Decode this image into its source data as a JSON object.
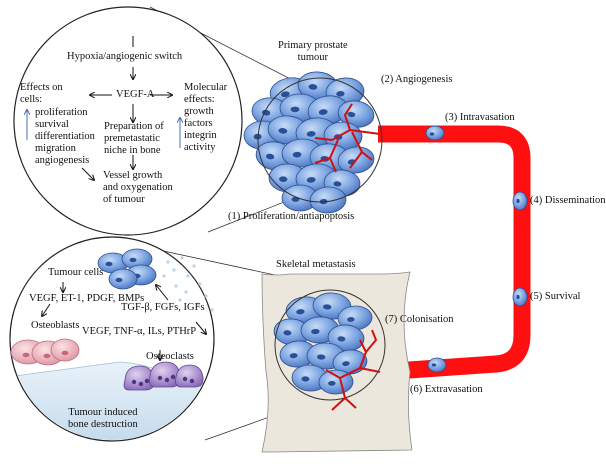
{
  "top_panel": {
    "primary_tumour": "Primary prostate\ntumour",
    "hypoxia": "Hypoxia/angiogenic switch",
    "vegf": "VEGF-A",
    "effects_on_cells": "Effects on\ncells:",
    "cell_effects": "proliferation\nsurvival\ndifferentiation\nmigration\nangiogenesis",
    "molecular_effects": "Molecular\neffects:\ngrowth\nfactors\nintegrin\nactivity",
    "premetastatic": "Preparation of\npremetastatic\nniche in bone",
    "vessel_growth": "Vessel growth\nand oxygenation\nof tumour"
  },
  "steps": {
    "s1": "(1) Proliferation/antiapoptosis",
    "s2": "(2) Angiogenesis",
    "s3": "(3) Intravasation",
    "s4": "(4) Dissemination",
    "s5": "(5) Survival",
    "s6": "(6) Extravasation",
    "s7": "(7) Colonisation"
  },
  "bottom_panel": {
    "skeletal": "Skeletal metastasis",
    "tumour_cells": "Tumour cells",
    "factors1": "VEGF, ET-1, PDGF, BMPs",
    "osteoblasts": "Osteoblasts",
    "tgf": "TGF-β, FGFs, IGFs",
    "factors2": "VEGF, TNF-α, ILs, PTHrP",
    "osteoclasts": "Osteoclasts",
    "bone_destruction": "Tumour induced\nbone destruction"
  },
  "colors": {
    "vessel": "#ff1010",
    "cell_fill": "#7aa3e0",
    "cell_dark": "#3a66b8",
    "osteoblast": "#eba9b3",
    "osteoclast": "#9a7bc4",
    "bone": "#cfe3f1",
    "matrix": "#ece7dc"
  }
}
